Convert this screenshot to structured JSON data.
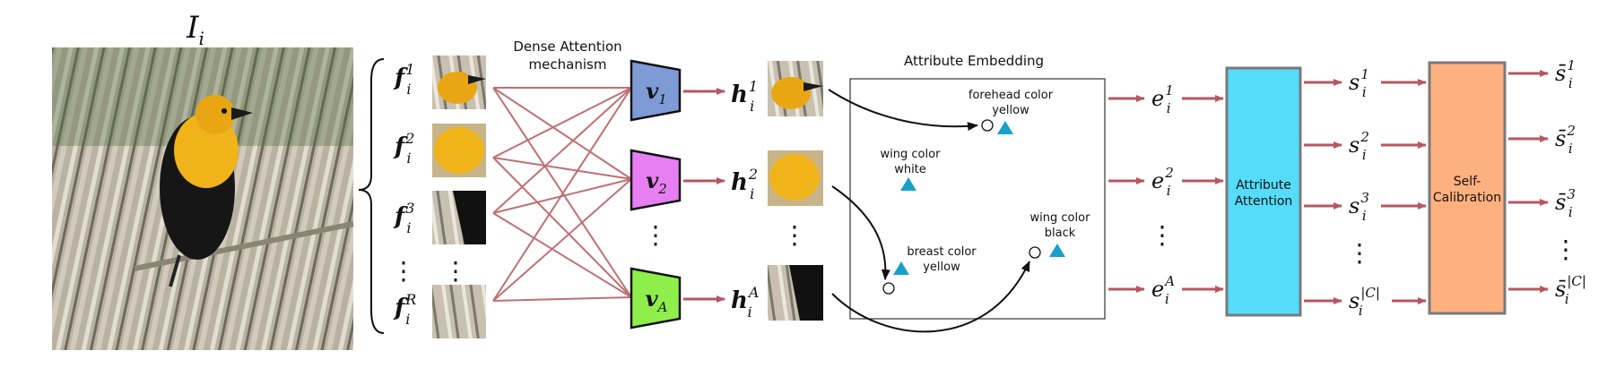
{
  "image_label": {
    "base": "I",
    "sub": "i"
  },
  "features": [
    {
      "base": "f",
      "sub": "i",
      "sup": "1"
    },
    {
      "base": "f",
      "sub": "i",
      "sup": "2"
    },
    {
      "base": "f",
      "sub": "i",
      "sup": "3"
    },
    {
      "base": "f",
      "sub": "i",
      "sup": "R"
    }
  ],
  "dense_attention": {
    "line1": "Dense Attention",
    "line2": "mechanism"
  },
  "attention_vectors": [
    {
      "base": "v",
      "sub": "1",
      "color": "#7f9bd6"
    },
    {
      "base": "v",
      "sub": "2",
      "color": "#e77ef2"
    },
    {
      "base": "v",
      "sub": "A",
      "color": "#8eef4a"
    }
  ],
  "hidden_features": [
    {
      "base": "h",
      "sub": "i",
      "sup": "1"
    },
    {
      "base": "h",
      "sub": "i",
      "sup": "2"
    },
    {
      "base": "h",
      "sub": "i",
      "sup": "A"
    }
  ],
  "attribute_embedding": {
    "title": "Attribute Embedding",
    "labels": [
      {
        "line1": "forehead color",
        "line2": "yellow"
      },
      {
        "line1": "wing color",
        "line2": "white"
      },
      {
        "line1": "wing color",
        "line2": "black"
      },
      {
        "line1": "breast color",
        "line2": "yellow"
      }
    ],
    "marker_color": "#1a9fc8"
  },
  "embeddings": [
    {
      "base": "e",
      "sub": "i",
      "sup": "1"
    },
    {
      "base": "e",
      "sub": "i",
      "sup": "2"
    },
    {
      "base": "e",
      "sub": "i",
      "sup": "A"
    }
  ],
  "attribute_attention": {
    "line1": "Attribute",
    "line2": "Attention",
    "color": "#55dcfb"
  },
  "scores": [
    {
      "base": "s",
      "sub": "i",
      "sup": "1"
    },
    {
      "base": "s",
      "sub": "i",
      "sup": "2"
    },
    {
      "base": "s",
      "sub": "i",
      "sup": "3"
    },
    {
      "base": "s",
      "sub": "i",
      "sup": "|C|"
    }
  ],
  "self_calibration": {
    "line1": "Self-",
    "line2": "Calibration",
    "color": "#ffb07f"
  },
  "calibrated_scores": [
    {
      "base": "s̄",
      "sub": "i",
      "sup": "1"
    },
    {
      "base": "s̄",
      "sub": "i",
      "sup": "2"
    },
    {
      "base": "s̄",
      "sub": "i",
      "sup": "3"
    },
    {
      "base": "s̄",
      "sub": "i",
      "sup": "|C|"
    }
  ],
  "ellipsis": "⋮",
  "arrow_color": "#b5575f"
}
